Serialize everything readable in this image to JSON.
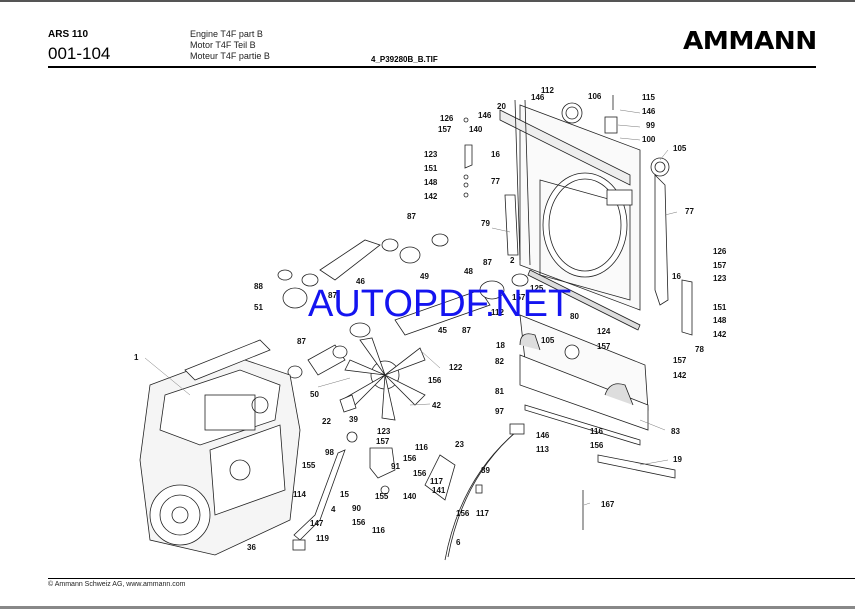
{
  "header": {
    "model": "ARS 110",
    "page_number": "001-104",
    "titles": [
      "Engine T4F part B",
      "Motor T4F Teil B",
      "Moteur T4F partie B"
    ],
    "file_ref": "4_P39280B_B.TIF",
    "logo": "AMMANN"
  },
  "watermark": "AUTOPDF.NET",
  "footer": {
    "copyright": "© Ammann Schweiz AG, www.ammann.com"
  },
  "diagram": {
    "labels": [
      {
        "id": "112",
        "t": "112"
      },
      {
        "id": "146a",
        "t": "146"
      },
      {
        "id": "106",
        "t": "106"
      },
      {
        "id": "115",
        "t": "115"
      },
      {
        "id": "146b",
        "t": "146"
      },
      {
        "id": "99",
        "t": "99"
      },
      {
        "id": "100",
        "t": "100"
      },
      {
        "id": "20",
        "t": "20"
      },
      {
        "id": "146c",
        "t": "146"
      },
      {
        "id": "126a",
        "t": "126"
      },
      {
        "id": "157a",
        "t": "157"
      },
      {
        "id": "140a",
        "t": "140"
      },
      {
        "id": "16a",
        "t": "16"
      },
      {
        "id": "123a",
        "t": "123"
      },
      {
        "id": "151a",
        "t": "151"
      },
      {
        "id": "148a",
        "t": "148"
      },
      {
        "id": "142a",
        "t": "142"
      },
      {
        "id": "77a",
        "t": "77"
      },
      {
        "id": "105a",
        "t": "105"
      },
      {
        "id": "77b",
        "t": "77"
      },
      {
        "id": "79",
        "t": "79"
      },
      {
        "id": "87a",
        "t": "87"
      },
      {
        "id": "46",
        "t": "46"
      },
      {
        "id": "49",
        "t": "49"
      },
      {
        "id": "88",
        "t": "88"
      },
      {
        "id": "51",
        "t": "51"
      },
      {
        "id": "87b",
        "t": "87"
      },
      {
        "id": "2",
        "t": "2"
      },
      {
        "id": "48",
        "t": "48"
      },
      {
        "id": "125",
        "t": "125"
      },
      {
        "id": "157b",
        "t": "157"
      },
      {
        "id": "112b",
        "t": "112"
      },
      {
        "id": "45",
        "t": "45"
      },
      {
        "id": "87c",
        "t": "87"
      },
      {
        "id": "87d",
        "t": "87"
      },
      {
        "id": "126b",
        "t": "126"
      },
      {
        "id": "157c",
        "t": "157"
      },
      {
        "id": "16b",
        "t": "16"
      },
      {
        "id": "123b",
        "t": "123"
      },
      {
        "id": "151b",
        "t": "151"
      },
      {
        "id": "148b",
        "t": "148"
      },
      {
        "id": "142b",
        "t": "142"
      },
      {
        "id": "78",
        "t": "78"
      },
      {
        "id": "80",
        "t": "80"
      },
      {
        "id": "124",
        "t": "124"
      },
      {
        "id": "18",
        "t": "18"
      },
      {
        "id": "105b",
        "t": "105"
      },
      {
        "id": "157d",
        "t": "157"
      },
      {
        "id": "157e",
        "t": "157"
      },
      {
        "id": "142c",
        "t": "142"
      },
      {
        "id": "82",
        "t": "82"
      },
      {
        "id": "81",
        "t": "81"
      },
      {
        "id": "83",
        "t": "83"
      },
      {
        "id": "1",
        "t": "1"
      },
      {
        "id": "87e",
        "t": "87"
      },
      {
        "id": "50",
        "t": "50"
      },
      {
        "id": "122",
        "t": "122"
      },
      {
        "id": "156a",
        "t": "156"
      },
      {
        "id": "42",
        "t": "42"
      },
      {
        "id": "22",
        "t": "22"
      },
      {
        "id": "39",
        "t": "39"
      },
      {
        "id": "123c",
        "t": "123"
      },
      {
        "id": "157f",
        "t": "157"
      },
      {
        "id": "116a",
        "t": "116"
      },
      {
        "id": "156b",
        "t": "156"
      },
      {
        "id": "91",
        "t": "91"
      },
      {
        "id": "98",
        "t": "98"
      },
      {
        "id": "155a",
        "t": "155"
      },
      {
        "id": "114",
        "t": "114"
      },
      {
        "id": "15",
        "t": "15"
      },
      {
        "id": "155b",
        "t": "155"
      },
      {
        "id": "140b",
        "t": "140"
      },
      {
        "id": "90",
        "t": "90"
      },
      {
        "id": "4",
        "t": "4"
      },
      {
        "id": "156c",
        "t": "156"
      },
      {
        "id": "116b",
        "t": "116"
      },
      {
        "id": "147",
        "t": "147"
      },
      {
        "id": "119",
        "t": "119"
      },
      {
        "id": "36",
        "t": "36"
      },
      {
        "id": "23",
        "t": "23"
      },
      {
        "id": "156d",
        "t": "156"
      },
      {
        "id": "117a",
        "t": "117"
      },
      {
        "id": "141",
        "t": "141"
      },
      {
        "id": "89",
        "t": "89"
      },
      {
        "id": "156e",
        "t": "156"
      },
      {
        "id": "117b",
        "t": "117"
      },
      {
        "id": "6",
        "t": "6"
      },
      {
        "id": "97",
        "t": "97"
      },
      {
        "id": "146d",
        "t": "146"
      },
      {
        "id": "113",
        "t": "113"
      },
      {
        "id": "116c",
        "t": "116"
      },
      {
        "id": "156f",
        "t": "156"
      },
      {
        "id": "19",
        "t": "19"
      },
      {
        "id": "167",
        "t": "167"
      }
    ]
  }
}
